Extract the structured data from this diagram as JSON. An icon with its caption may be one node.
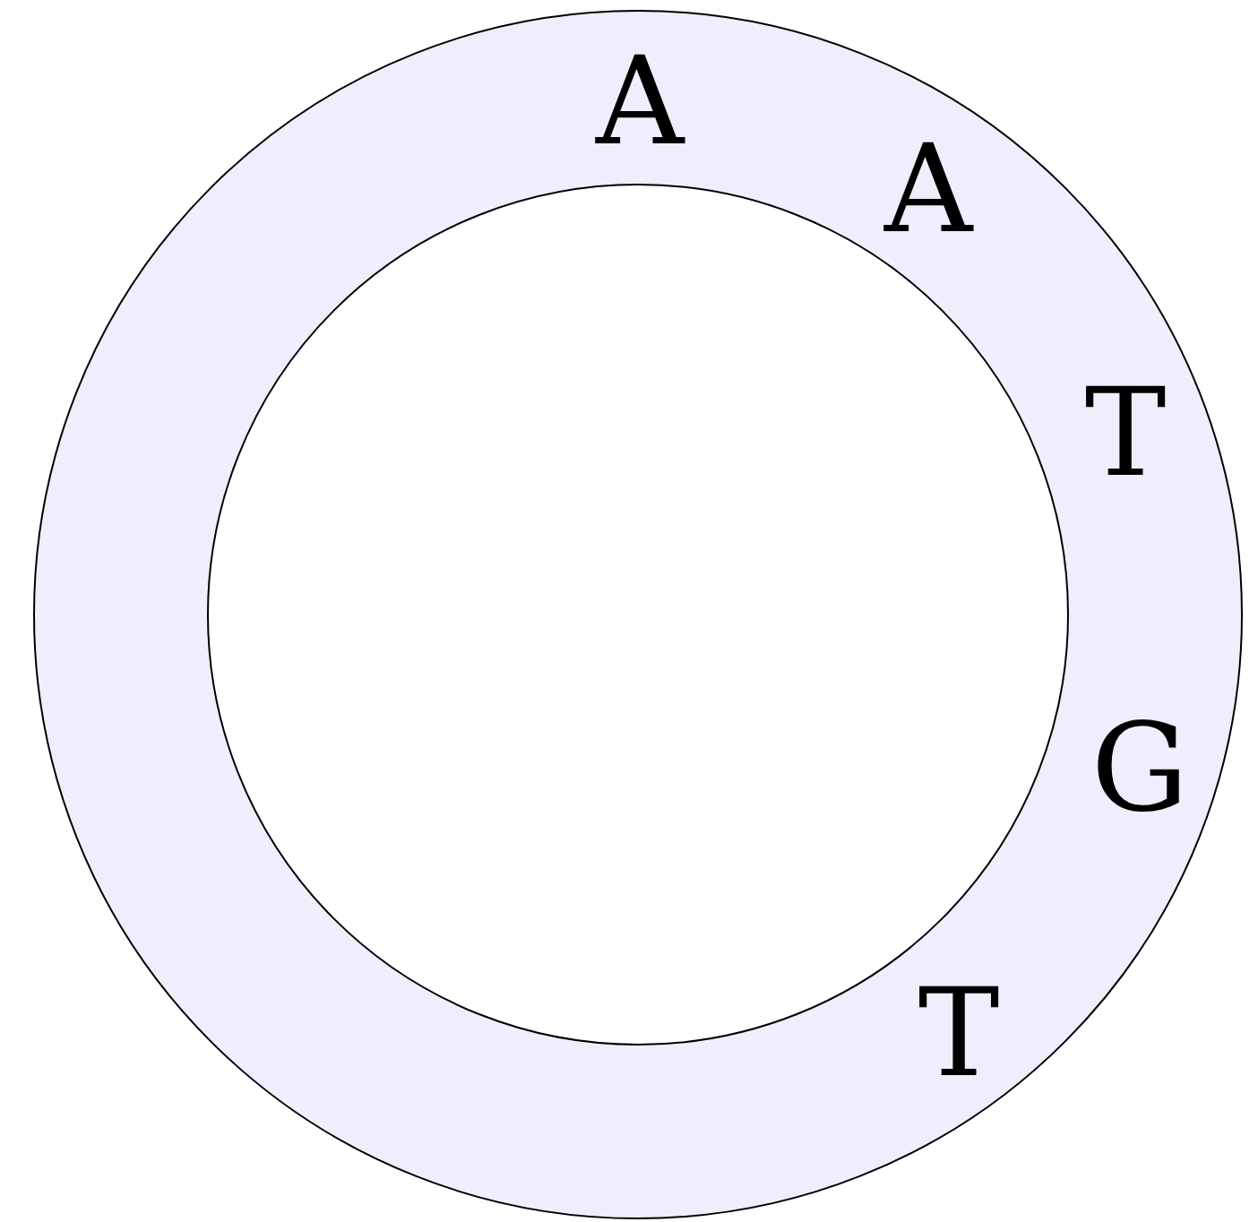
{
  "diagram": {
    "nodes": [
      {
        "text": [
          "A",
          "A",
          "T",
          "G",
          "T"
        ]
      }
    ]
  }
}
